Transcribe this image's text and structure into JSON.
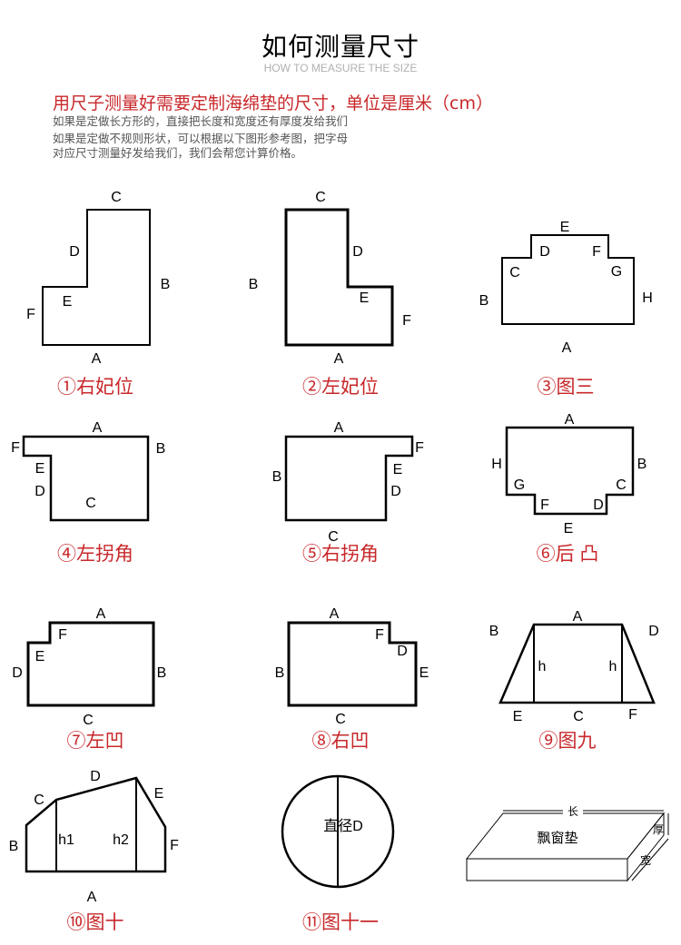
{
  "header": {
    "title": "如何测量尺寸",
    "subtitle": "HOW TO MEASURE THE SIZE",
    "headline": "用尺子测量好需要定制海绵垫的尺寸，单位是厘米（cm）",
    "notes": [
      "如果是定做长方形的，直接把长度和宽度还有厚度发给我们",
      "如果是定做不规则形状，可以根据以下图形参考图，把字母",
      "对应尺寸测量好发给我们，我们会帮您计算价格。"
    ]
  },
  "colors": {
    "caption": "#c8282b",
    "stroke": "#000000"
  },
  "figures": [
    {
      "caption": "①右妃位",
      "labels": [
        "A",
        "B",
        "C",
        "D",
        "E",
        "F"
      ]
    },
    {
      "caption": "②左妃位",
      "labels": [
        "A",
        "B",
        "C",
        "D",
        "E",
        "F"
      ]
    },
    {
      "caption": "③图三",
      "labels": [
        "A",
        "B",
        "C",
        "D",
        "E",
        "F",
        "G",
        "H"
      ]
    },
    {
      "caption": "④左拐角",
      "labels": [
        "A",
        "B",
        "C",
        "D",
        "E",
        "F"
      ]
    },
    {
      "caption": "⑤右拐角",
      "labels": [
        "A",
        "B",
        "C",
        "D",
        "E",
        "F"
      ]
    },
    {
      "caption": "⑥后 凸",
      "labels": [
        "A",
        "B",
        "C",
        "D",
        "E",
        "F",
        "G",
        "H"
      ]
    },
    {
      "caption": "⑦左凹",
      "labels": [
        "A",
        "B",
        "C",
        "D",
        "E",
        "F"
      ]
    },
    {
      "caption": "⑧右凹",
      "labels": [
        "A",
        "B",
        "C",
        "D",
        "E",
        "F"
      ]
    },
    {
      "caption": "⑨图九",
      "labels": [
        "A",
        "B",
        "C",
        "D",
        "E",
        "F",
        "h",
        "h"
      ]
    },
    {
      "caption": "⑩图十",
      "labels": [
        "A",
        "B",
        "C",
        "D",
        "E",
        "F",
        "h1",
        "h2"
      ]
    },
    {
      "caption": "⑪图十一",
      "labels": [
        "直径D"
      ]
    },
    {
      "caption": "",
      "labels": [
        "长",
        "厚",
        "宽",
        "飘窗垫"
      ]
    }
  ]
}
